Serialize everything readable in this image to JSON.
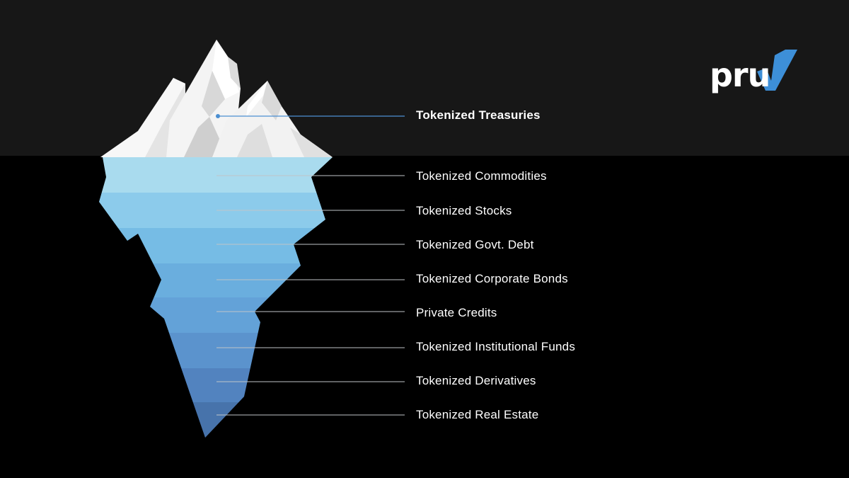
{
  "brand": {
    "wordmark": "pru",
    "check_icon": "check-mark-icon",
    "accent_color": "#3d8fd8"
  },
  "colors": {
    "sky": "#171717",
    "sea": "#000000",
    "leader_top": "#4b8fd1",
    "leader": "#bfc4c8"
  },
  "layers": [
    {
      "label": "Tokenized Treasuries",
      "color": "#f2f2f2"
    },
    {
      "label": "Tokenized Commodities",
      "color": "#a9dbee"
    },
    {
      "label": "Tokenized Stocks",
      "color": "#8ccbeb"
    },
    {
      "label": "Tokenized Govt. Debt",
      "color": "#76bce5"
    },
    {
      "label": "Tokenized Corporate Bonds",
      "color": "#6aaede"
    },
    {
      "label": "Private Credits",
      "color": "#63a2d8"
    },
    {
      "label": "Tokenized Institutional Funds",
      "color": "#5b93cd"
    },
    {
      "label": "Tokenized Derivatives",
      "color": "#5283bf"
    },
    {
      "label": "Tokenized Real Estate",
      "color": "#4773ab"
    }
  ]
}
